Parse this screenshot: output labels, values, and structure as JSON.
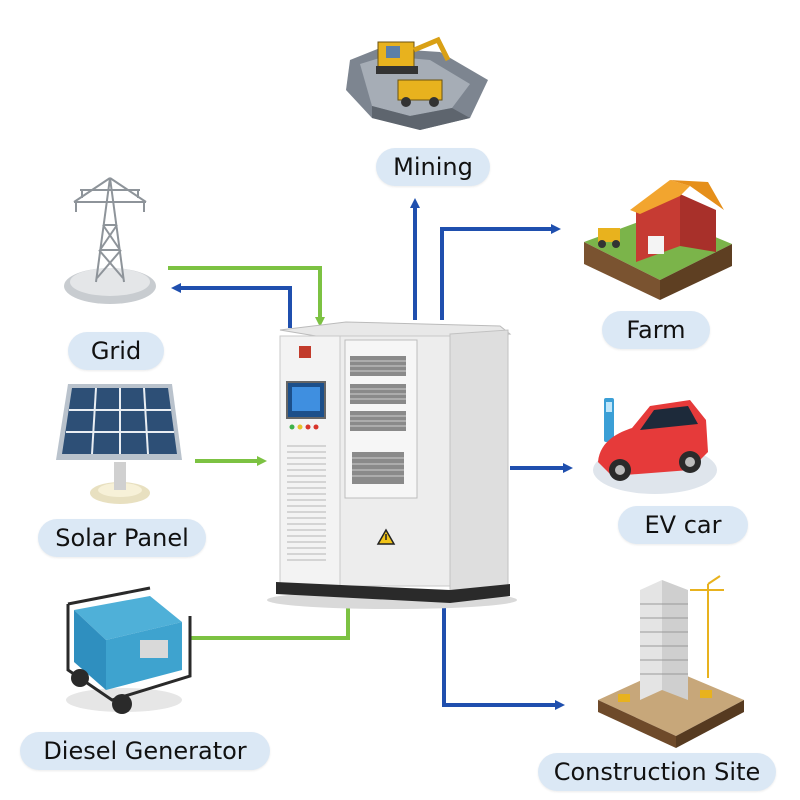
{
  "labels": {
    "mining": "Mining",
    "grid": "Grid",
    "farm": "Farm",
    "solar_panel": "Solar Panel",
    "ev_car": "EV car",
    "diesel_generator": "Diesel Generator",
    "construction_site": "Construction Site"
  },
  "colors": {
    "input_arrow": "#7cc242",
    "output_arrow": "#1f4fae",
    "pill_bg": "#dbe8f5"
  }
}
